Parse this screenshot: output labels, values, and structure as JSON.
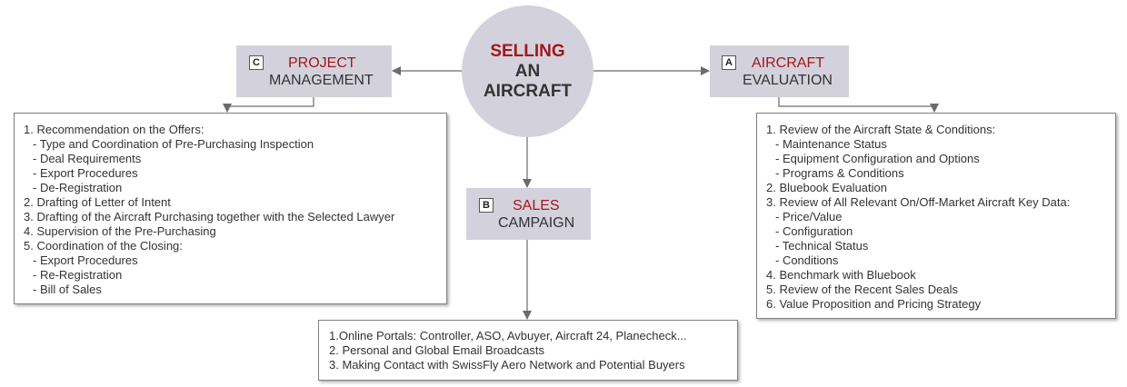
{
  "center": {
    "line1": "SELLING",
    "line2": "AN",
    "line3": "AIRCRAFT"
  },
  "sections": {
    "c": {
      "badge": "C",
      "line1": "PROJECT",
      "line2": "MANAGEMENT"
    },
    "a": {
      "badge": "A",
      "line1": "AIRCRAFT",
      "line2": "EVALUATION"
    },
    "b": {
      "badge": "B",
      "line1": "SALES",
      "line2": "CAMPAIGN"
    }
  },
  "details": {
    "c": [
      "1. Recommendation on the Offers:",
      "- Type and Coordination of Pre-Purchasing Inspection",
      "- Deal Requirements",
      "- Export Procedures",
      "- De-Registration",
      "2. Drafting of Letter of Intent",
      "3. Drafting of the Aircraft Purchasing together with the Selected Lawyer",
      "4. Supervision of the Pre-Purchasing",
      "5. Coordination of the Closing:",
      "- Export Procedures",
      "- Re-Registration",
      "- Bill of Sales"
    ],
    "a": [
      "1. Review of the Aircraft State & Conditions:",
      "- Maintenance Status",
      "- Equipment Configuration and Options",
      "- Programs & Conditions",
      "2. Bluebook Evaluation",
      "3. Review of All Relevant On/Off-Market Aircraft Key Data:",
      "- Price/Value",
      "- Configuration",
      "- Technical Status",
      "- Conditions",
      "4. Benchmark with Bluebook",
      "5. Review of the Recent Sales Deals",
      "6. Value Proposition and Pricing Strategy"
    ],
    "b": [
      "1.Online Portals: Controller, ASO, Avbuyer, Aircraft 24, Planecheck...",
      "2. Personal and Global Email Broadcasts",
      "3. Making Contact with SwissFly Aero Network and Potential Buyers"
    ]
  },
  "colors": {
    "accent": "#a4161a",
    "shape_fill": "#d3d2dc",
    "text": "#333333",
    "connector": "#6b6b6b"
  }
}
